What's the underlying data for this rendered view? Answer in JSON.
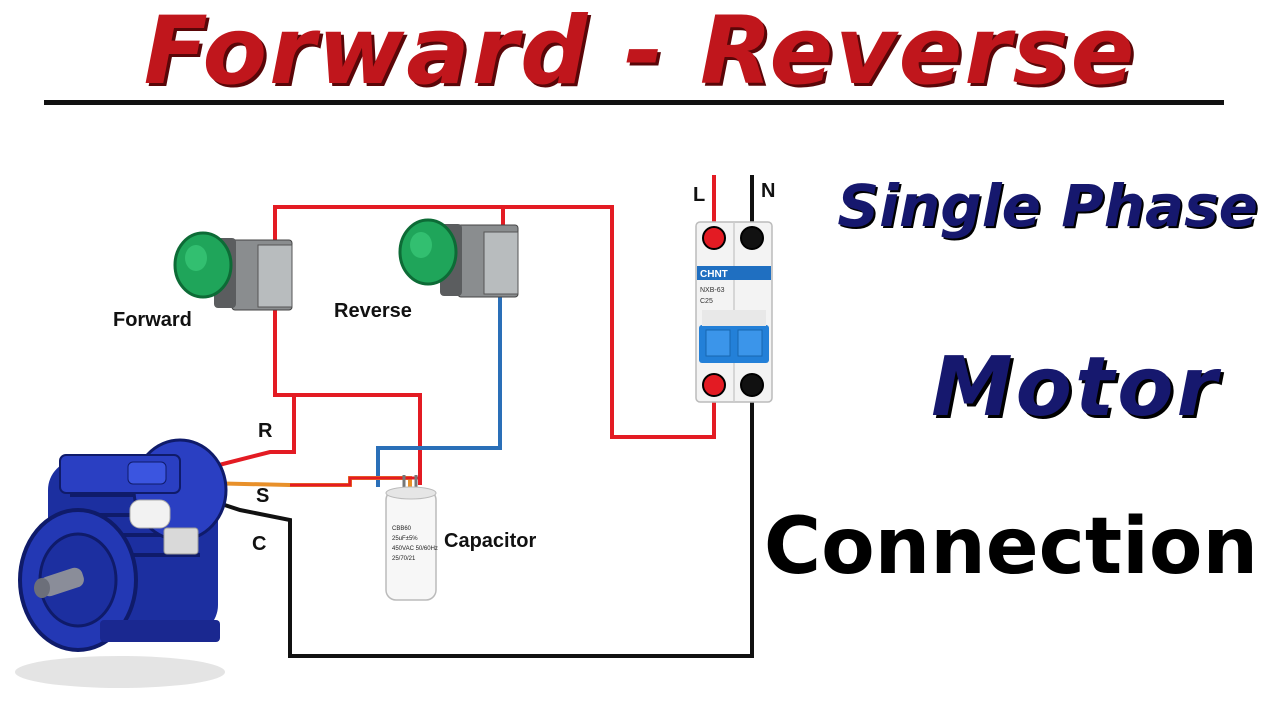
{
  "title": "Forward - Reverse",
  "subtitle": {
    "line1": "Single Phase",
    "line2": "Motor",
    "line3": "Connection"
  },
  "labels": {
    "forward": "Forward",
    "reverse": "Reverse",
    "capacitor": "Capacitor",
    "r": "R",
    "s": "S",
    "c": "C",
    "l": "L",
    "n": "N"
  },
  "breaker": {
    "brand": "CHNT",
    "model": "NXB-63",
    "rating": "C25"
  },
  "capacitor_text": {
    "line1": "CBB60",
    "line2": "25uF±5%",
    "line3": "450VAC 50/60Hz",
    "line4": "25/70/21"
  },
  "colors": {
    "title_red": "#c0161c",
    "navy": "#16186e",
    "wire_red": "#e31b23",
    "wire_blue": "#2a6fb8",
    "wire_black": "#111111",
    "wire_orange": "#e8902a",
    "motor_blue": "#1c2fa0",
    "button_green": "#1fa55a"
  }
}
